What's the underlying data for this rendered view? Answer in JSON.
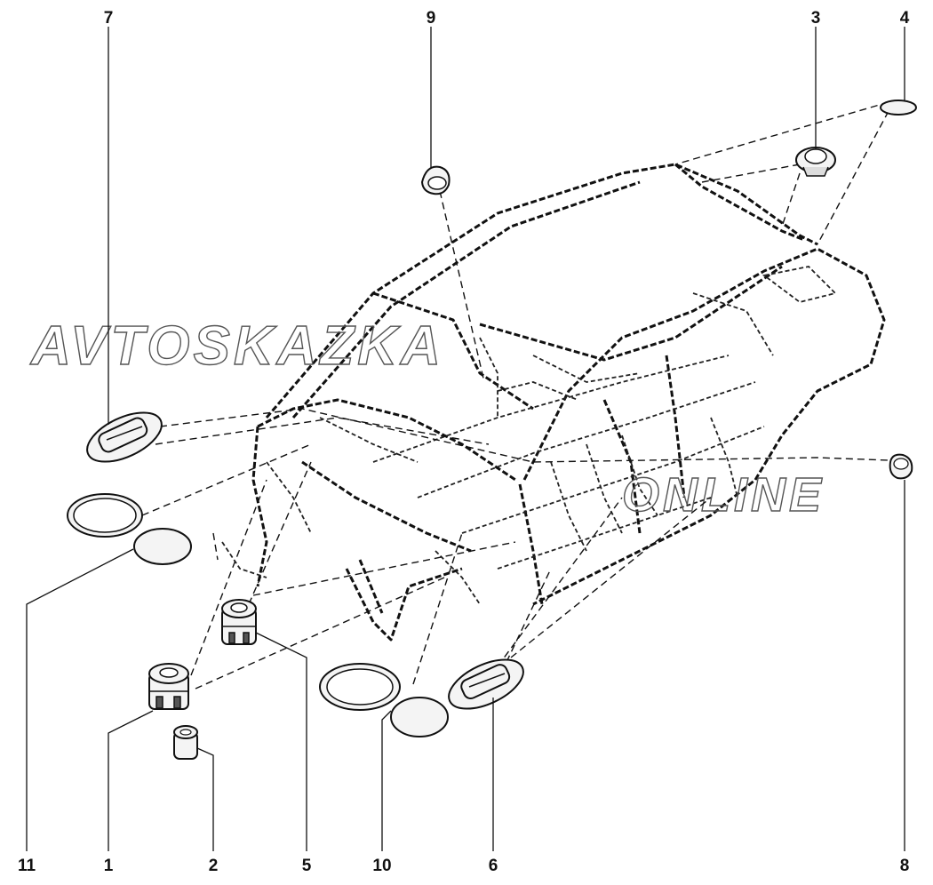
{
  "watermarks": {
    "primary": "AVTOSKAZKA",
    "secondary": "ONLINE"
  },
  "callouts": [
    {
      "id": "c1",
      "label": "1"
    },
    {
      "id": "c2",
      "label": "2"
    },
    {
      "id": "c3",
      "label": "3"
    },
    {
      "id": "c4",
      "label": "4"
    },
    {
      "id": "c5",
      "label": "5"
    },
    {
      "id": "c6",
      "label": "6"
    },
    {
      "id": "c7",
      "label": "7"
    },
    {
      "id": "c8",
      "label": "8"
    },
    {
      "id": "c9",
      "label": "9"
    },
    {
      "id": "c10",
      "label": "10"
    },
    {
      "id": "c11",
      "label": "11"
    }
  ]
}
